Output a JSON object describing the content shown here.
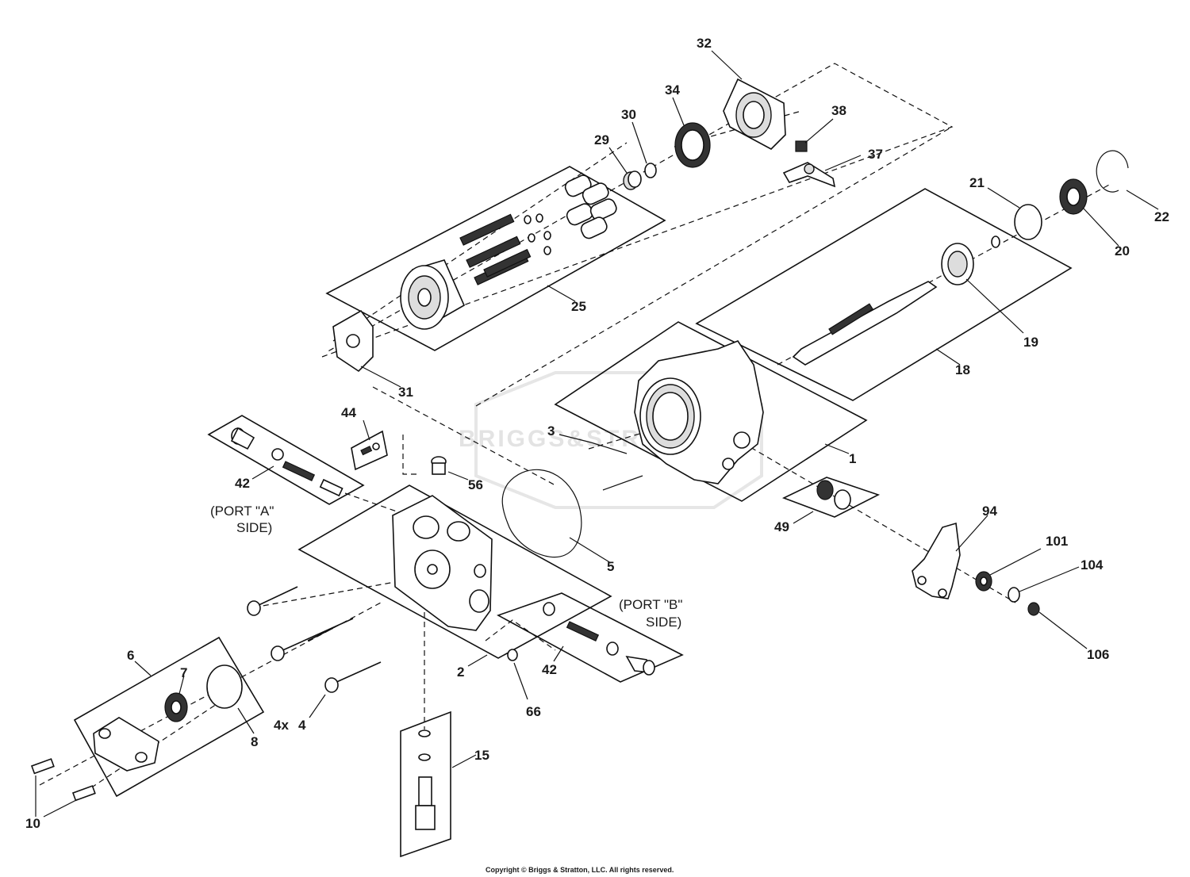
{
  "watermark": "BRIGGS&STRATTON",
  "copyright": "Copyright © Briggs & Stratton, LLC. All rights reserved.",
  "notes": {
    "port_a_line1": "(PORT \"A\"",
    "port_a_line2": "SIDE)",
    "port_b_line1": "(PORT \"B\"",
    "port_b_line2": "SIDE)",
    "qty_4x": "4x"
  },
  "callouts": {
    "p1": "1",
    "p2": "2",
    "p3": "3",
    "p4": "4",
    "p5": "5",
    "p6": "6",
    "p7": "7",
    "p8": "8",
    "p10": "10",
    "p15": "15",
    "p18": "18",
    "p19": "19",
    "p20": "20",
    "p21": "21",
    "p22": "22",
    "p25": "25",
    "p29": "29",
    "p30": "30",
    "p31": "31",
    "p32": "32",
    "p34": "34",
    "p37": "37",
    "p38": "38",
    "p42a": "42",
    "p42b": "42",
    "p44": "44",
    "p49": "49",
    "p56": "56",
    "p66": "66",
    "p94": "94",
    "p101": "101",
    "p104": "104",
    "p106": "106"
  }
}
